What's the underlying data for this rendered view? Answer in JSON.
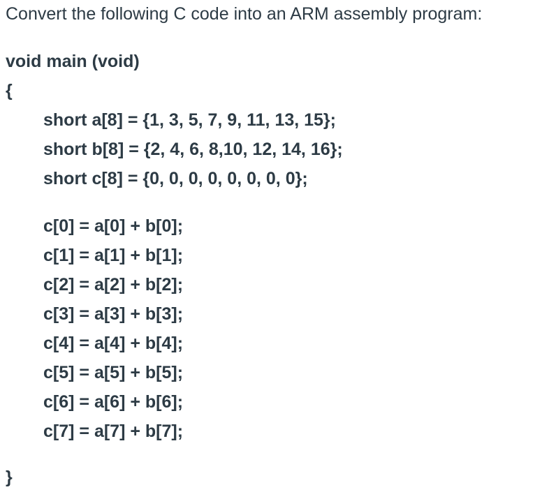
{
  "question": {
    "prompt": "Convert the following C code into an ARM assembly program:"
  },
  "code": {
    "signature": "void main (void)",
    "open_brace": "{",
    "declarations": [
      "short a[8] = {1, 3, 5, 7, 9, 11, 13, 15};",
      "short b[8] = {2, 4, 6, 8,10, 12, 14, 16};",
      "short c[8] = {0, 0, 0, 0, 0, 0, 0, 0};"
    ],
    "assignments": [
      "c[0] = a[0] + b[0];",
      "c[1] = a[1] + b[1];",
      "c[2] = a[2] + b[2];",
      "c[3] = a[3] + b[3];",
      "c[4] = a[4] + b[4];",
      "c[5] = a[5] + b[5];",
      "c[6] = a[6] + b[6];",
      "c[7] = a[7] + b[7];"
    ],
    "close_brace": "}"
  },
  "colors": {
    "text": "#2d3b45",
    "background": "#ffffff"
  }
}
